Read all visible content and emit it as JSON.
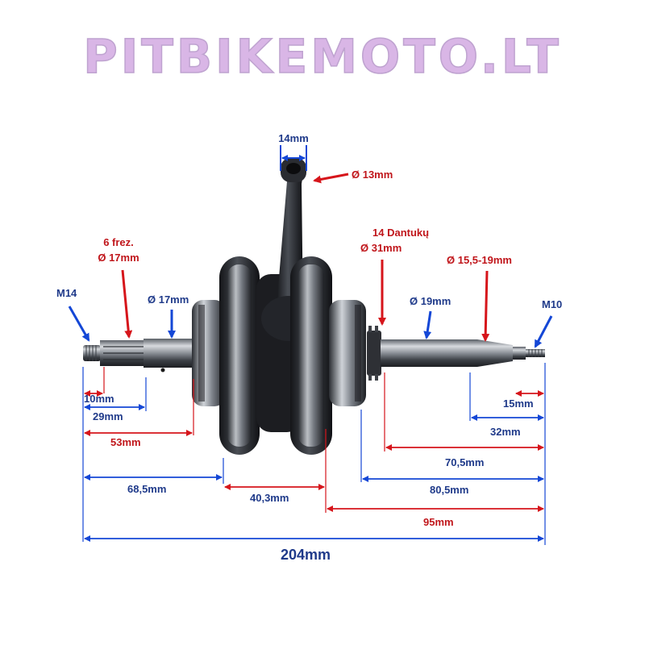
{
  "logo": {
    "text": "PITBIKEMOTO.LT",
    "color": "#d9b6e6",
    "outline": "#ffffff"
  },
  "colors": {
    "blue": "#1f3a8a",
    "red": "#c0161b",
    "blue_arrow": "#1447d6",
    "red_arrow": "#d6151b"
  },
  "labels": {
    "conrod_width": "14mm",
    "small_end": "Ø 13mm",
    "teeth_count": "14 Dantukų",
    "sprocket": "Ø 31mm",
    "splines_count": "6 frez.",
    "splines_dia": "Ø 17mm",
    "left_thread": "M14",
    "left_journal": "Ø 17mm",
    "right_journal": "Ø 19mm",
    "right_taper": "Ø 15,5-19mm",
    "right_thread": "M10"
  },
  "dimensions": {
    "d10": "10mm",
    "d29": "29mm",
    "d53": "53mm",
    "d68": "68,5mm",
    "d40": "40,3mm",
    "d204": "204mm",
    "d15": "15mm",
    "d32": "32mm",
    "d70": "70,5mm",
    "d80": "80,5mm",
    "d95": "95mm"
  }
}
